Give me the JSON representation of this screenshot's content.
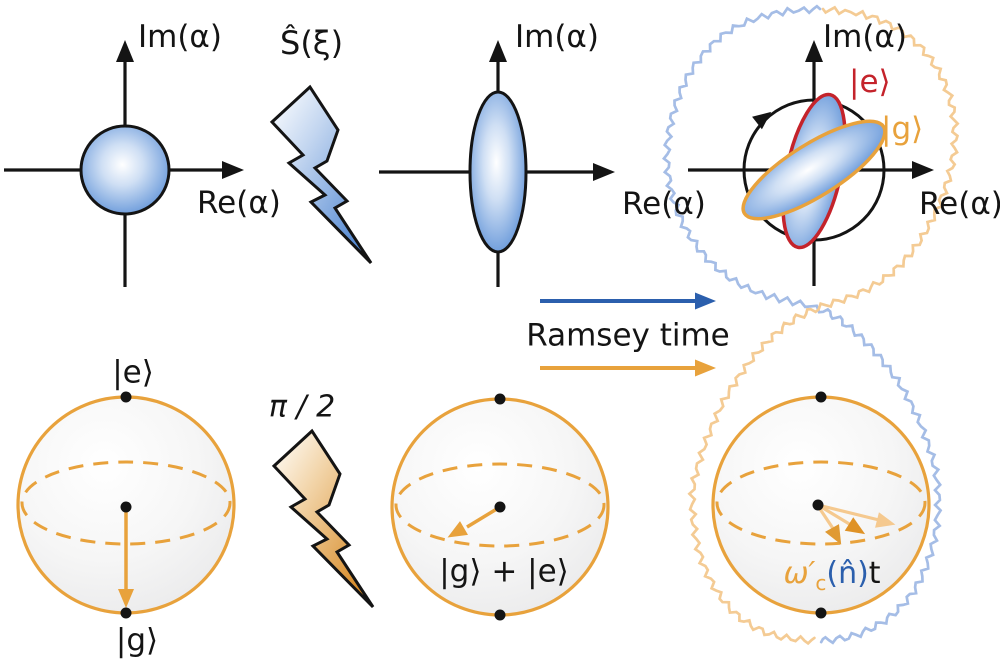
{
  "colors": {
    "ink": "#141414",
    "orange": "#e8a23c",
    "orange_deep": "#df9226",
    "orange_mid": "#e09a33",
    "orange_light": "#f5c98f",
    "red": "#c4232b",
    "ramsey_blue": "#2b5fad",
    "state_blue": "#6093d8",
    "wave_blue": "#a5bde6",
    "wave_orange": "#f4cb94"
  },
  "panels": {
    "coherent": {
      "im_label": "Im(α)",
      "re_label": "Re(α)"
    },
    "squeeze_pulse": {
      "label": "Ŝ(ξ)"
    },
    "squeezed": {
      "im_label": "Im(α)",
      "re_label": "Re(α)"
    },
    "rotating": {
      "im_label": "Im(α)",
      "re_label": "Re(α)",
      "excited_label": "|e⟩",
      "ground_label": "|g⟩"
    },
    "ramsey": {
      "label": "Ramsey time"
    },
    "bloch_initial": {
      "excited_label": "|e⟩",
      "ground_label": "|g⟩"
    },
    "pulse": {
      "label": "π / 2"
    },
    "bloch_superposition": {
      "label": "|g⟩ + |e⟩"
    },
    "bloch_precession": {
      "omega": "ω′",
      "subscript": "c",
      "n_term": "(n̂)",
      "time": "t"
    }
  }
}
